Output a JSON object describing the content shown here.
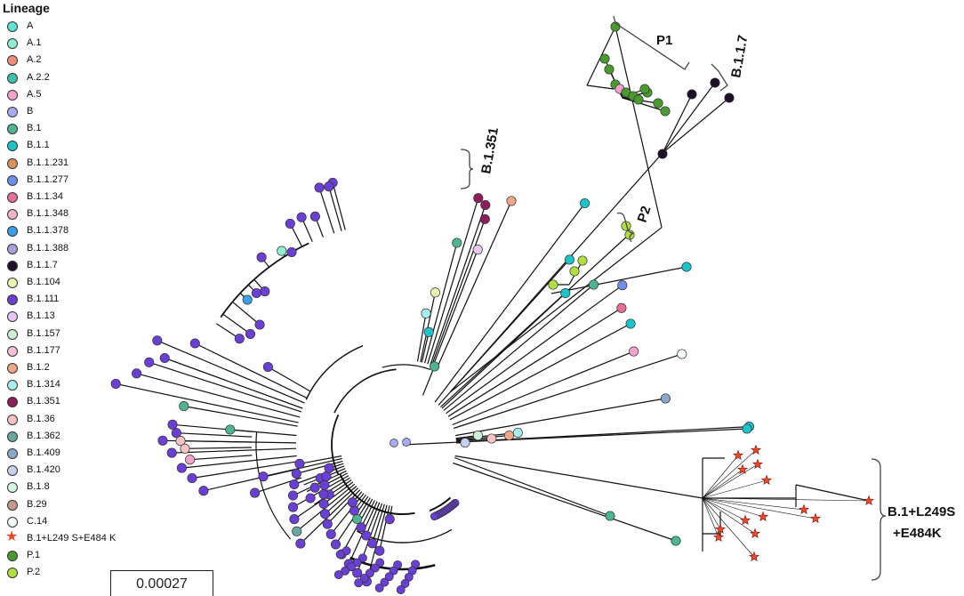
{
  "legend": {
    "title": "Lineage",
    "items": [
      {
        "label": "A",
        "color": "#5fe3cf",
        "shape": "circle"
      },
      {
        "label": "A.1",
        "color": "#8ff0d6",
        "shape": "circle"
      },
      {
        "label": "A.2",
        "color": "#f08c7c",
        "shape": "circle"
      },
      {
        "label": "A.2.2",
        "color": "#3fbfae",
        "shape": "circle"
      },
      {
        "label": "A.5",
        "color": "#f4a4cc",
        "shape": "circle"
      },
      {
        "label": "B",
        "color": "#a9abf0",
        "shape": "circle"
      },
      {
        "label": "B.1",
        "color": "#4db58f",
        "shape": "circle"
      },
      {
        "label": "B.1.1",
        "color": "#1ac4c8",
        "shape": "circle"
      },
      {
        "label": "B.1.1.231",
        "color": "#d9925a",
        "shape": "circle"
      },
      {
        "label": "B.1.1.277",
        "color": "#6e90e8",
        "shape": "circle"
      },
      {
        "label": "B.1.1.34",
        "color": "#e56f96",
        "shape": "circle"
      },
      {
        "label": "B.1.1.348",
        "color": "#f5b3c8",
        "shape": "circle"
      },
      {
        "label": "B.1.1.378",
        "color": "#3aa0e8",
        "shape": "circle"
      },
      {
        "label": "B.1.1.388",
        "color": "#a8a0d8",
        "shape": "circle"
      },
      {
        "label": "B.1.1.7",
        "color": "#1e1028",
        "shape": "circle"
      },
      {
        "label": "B.1.104",
        "color": "#eef5b0",
        "shape": "circle"
      },
      {
        "label": "B.1.111",
        "color": "#6a3fd4",
        "shape": "circle"
      },
      {
        "label": "B.1.13",
        "color": "#e7c8f4",
        "shape": "circle"
      },
      {
        "label": "B.1.157",
        "color": "#cdf0d6",
        "shape": "circle"
      },
      {
        "label": "B.1.177",
        "color": "#f5bfd8",
        "shape": "circle"
      },
      {
        "label": "B.1.2",
        "color": "#f0a888",
        "shape": "circle"
      },
      {
        "label": "B.1.314",
        "color": "#a8f0f0",
        "shape": "circle"
      },
      {
        "label": "B.1.351",
        "color": "#8c1e5a",
        "shape": "circle"
      },
      {
        "label": "B.1.36",
        "color": "#f7c2c2",
        "shape": "circle"
      },
      {
        "label": "B.1.362",
        "color": "#6aa8a0",
        "shape": "circle"
      },
      {
        "label": "B.1.409",
        "color": "#8aa8c8",
        "shape": "circle"
      },
      {
        "label": "B.1.420",
        "color": "#c8d0f0",
        "shape": "circle"
      },
      {
        "label": "B.1.8",
        "color": "#d4f4e4",
        "shape": "circle"
      },
      {
        "label": "B.29",
        "color": "#c49a8c",
        "shape": "circle"
      },
      {
        "label": "C.14",
        "color": "#f4fcf8",
        "shape": "circle"
      },
      {
        "label": "B.1+L249 S+E484 K",
        "color": "#e8482c",
        "shape": "star"
      },
      {
        "label": "P.1",
        "color": "#4a9a30",
        "shape": "circle"
      },
      {
        "label": "P.2",
        "color": "#b0e040",
        "shape": "circle"
      }
    ]
  },
  "scale_bar": {
    "label": "0.00027"
  },
  "clade_labels": {
    "p1": "P1",
    "b117": "B.1.1.7",
    "b1351": "B.1.351",
    "p2": "P2",
    "mut_line1": "B.1+L249S",
    "mut_line2": "+E484K"
  },
  "colors": {
    "branch": "#111111",
    "main_lineage": "#6a3fd4",
    "mutant_star": "#e8482c"
  }
}
